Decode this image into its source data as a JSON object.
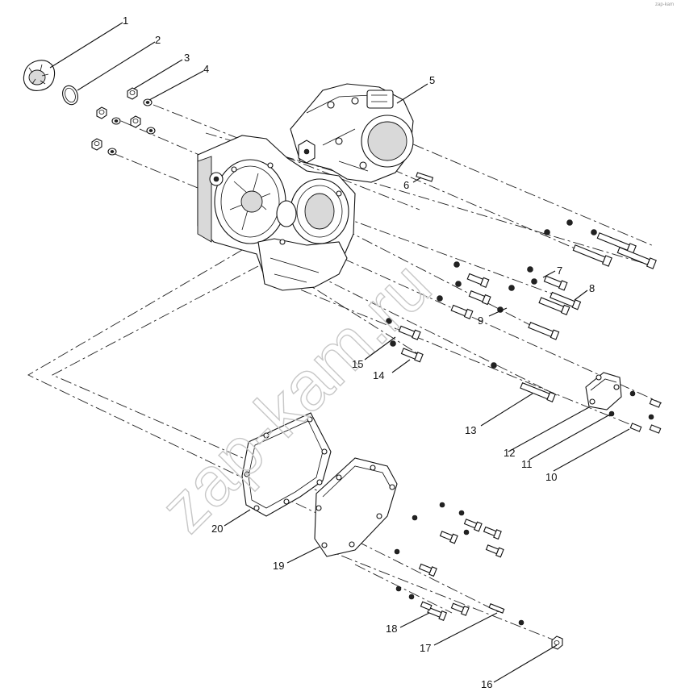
{
  "watermark": {
    "text": "zap-kam.ru",
    "corner_mark": "zap-kam"
  },
  "callouts": [
    {
      "num": "1"
    },
    {
      "num": "2"
    },
    {
      "num": "3"
    },
    {
      "num": "4"
    },
    {
      "num": "5"
    },
    {
      "num": "6"
    },
    {
      "num": "7"
    },
    {
      "num": "8"
    },
    {
      "num": "9"
    },
    {
      "num": "10"
    },
    {
      "num": "11"
    },
    {
      "num": "12"
    },
    {
      "num": "13"
    },
    {
      "num": "14"
    },
    {
      "num": "15"
    },
    {
      "num": "16"
    },
    {
      "num": "17"
    },
    {
      "num": "18"
    },
    {
      "num": "19"
    },
    {
      "num": "20"
    }
  ],
  "colors": {
    "ink": "#111111",
    "watermark": "#c7c7c7",
    "background": "#ffffff"
  }
}
